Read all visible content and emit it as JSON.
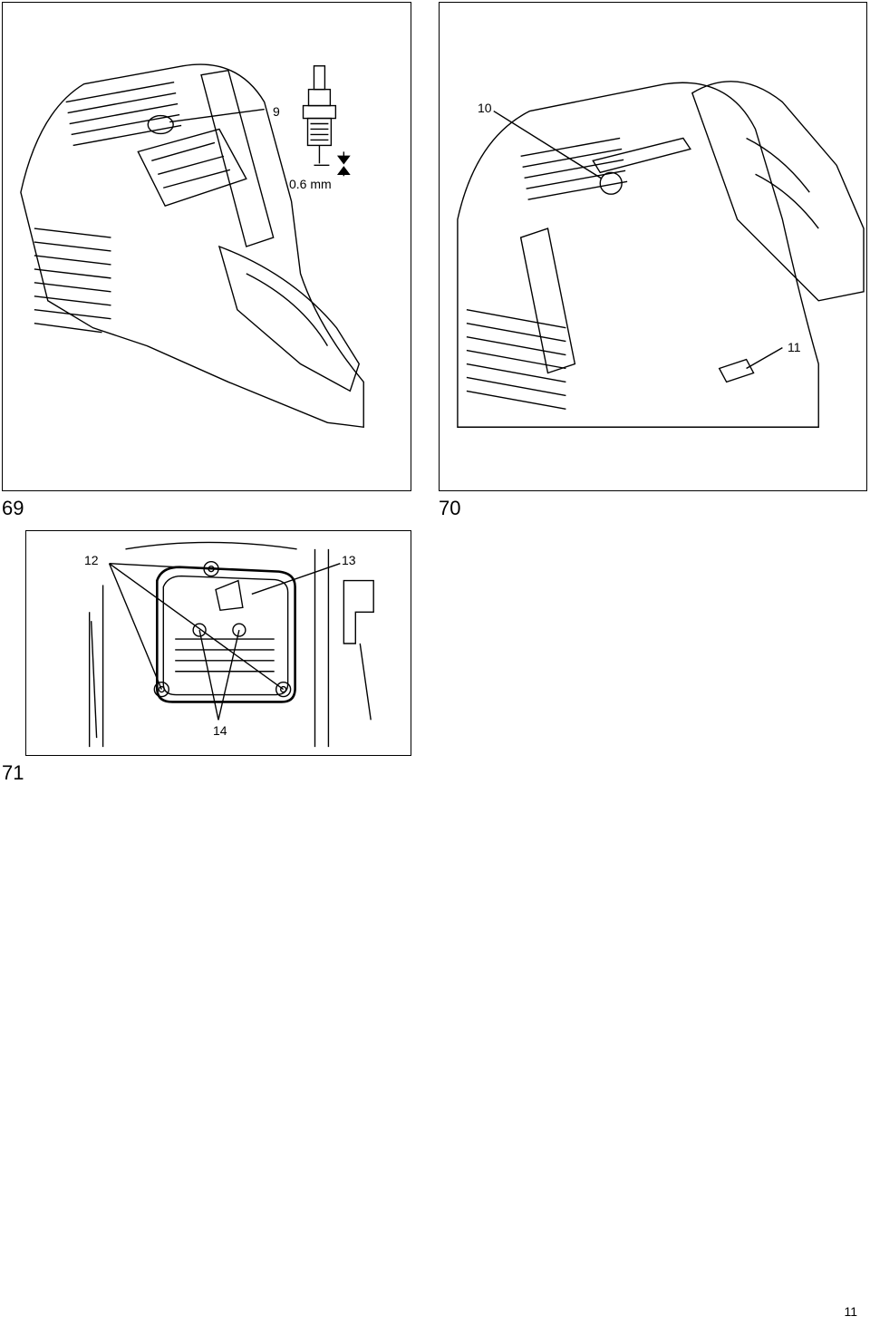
{
  "figures": [
    {
      "number": "69",
      "callouts": {
        "spark_plug": "9",
        "gap": "0.6 mm"
      }
    },
    {
      "number": "70",
      "callouts": {
        "plug_wrench": "10",
        "filter_cover": "11"
      }
    },
    {
      "number": "71",
      "callouts": {
        "cover_screws": "12",
        "cover": "13",
        "inner_screws": "14"
      }
    }
  ],
  "page_number": "11"
}
